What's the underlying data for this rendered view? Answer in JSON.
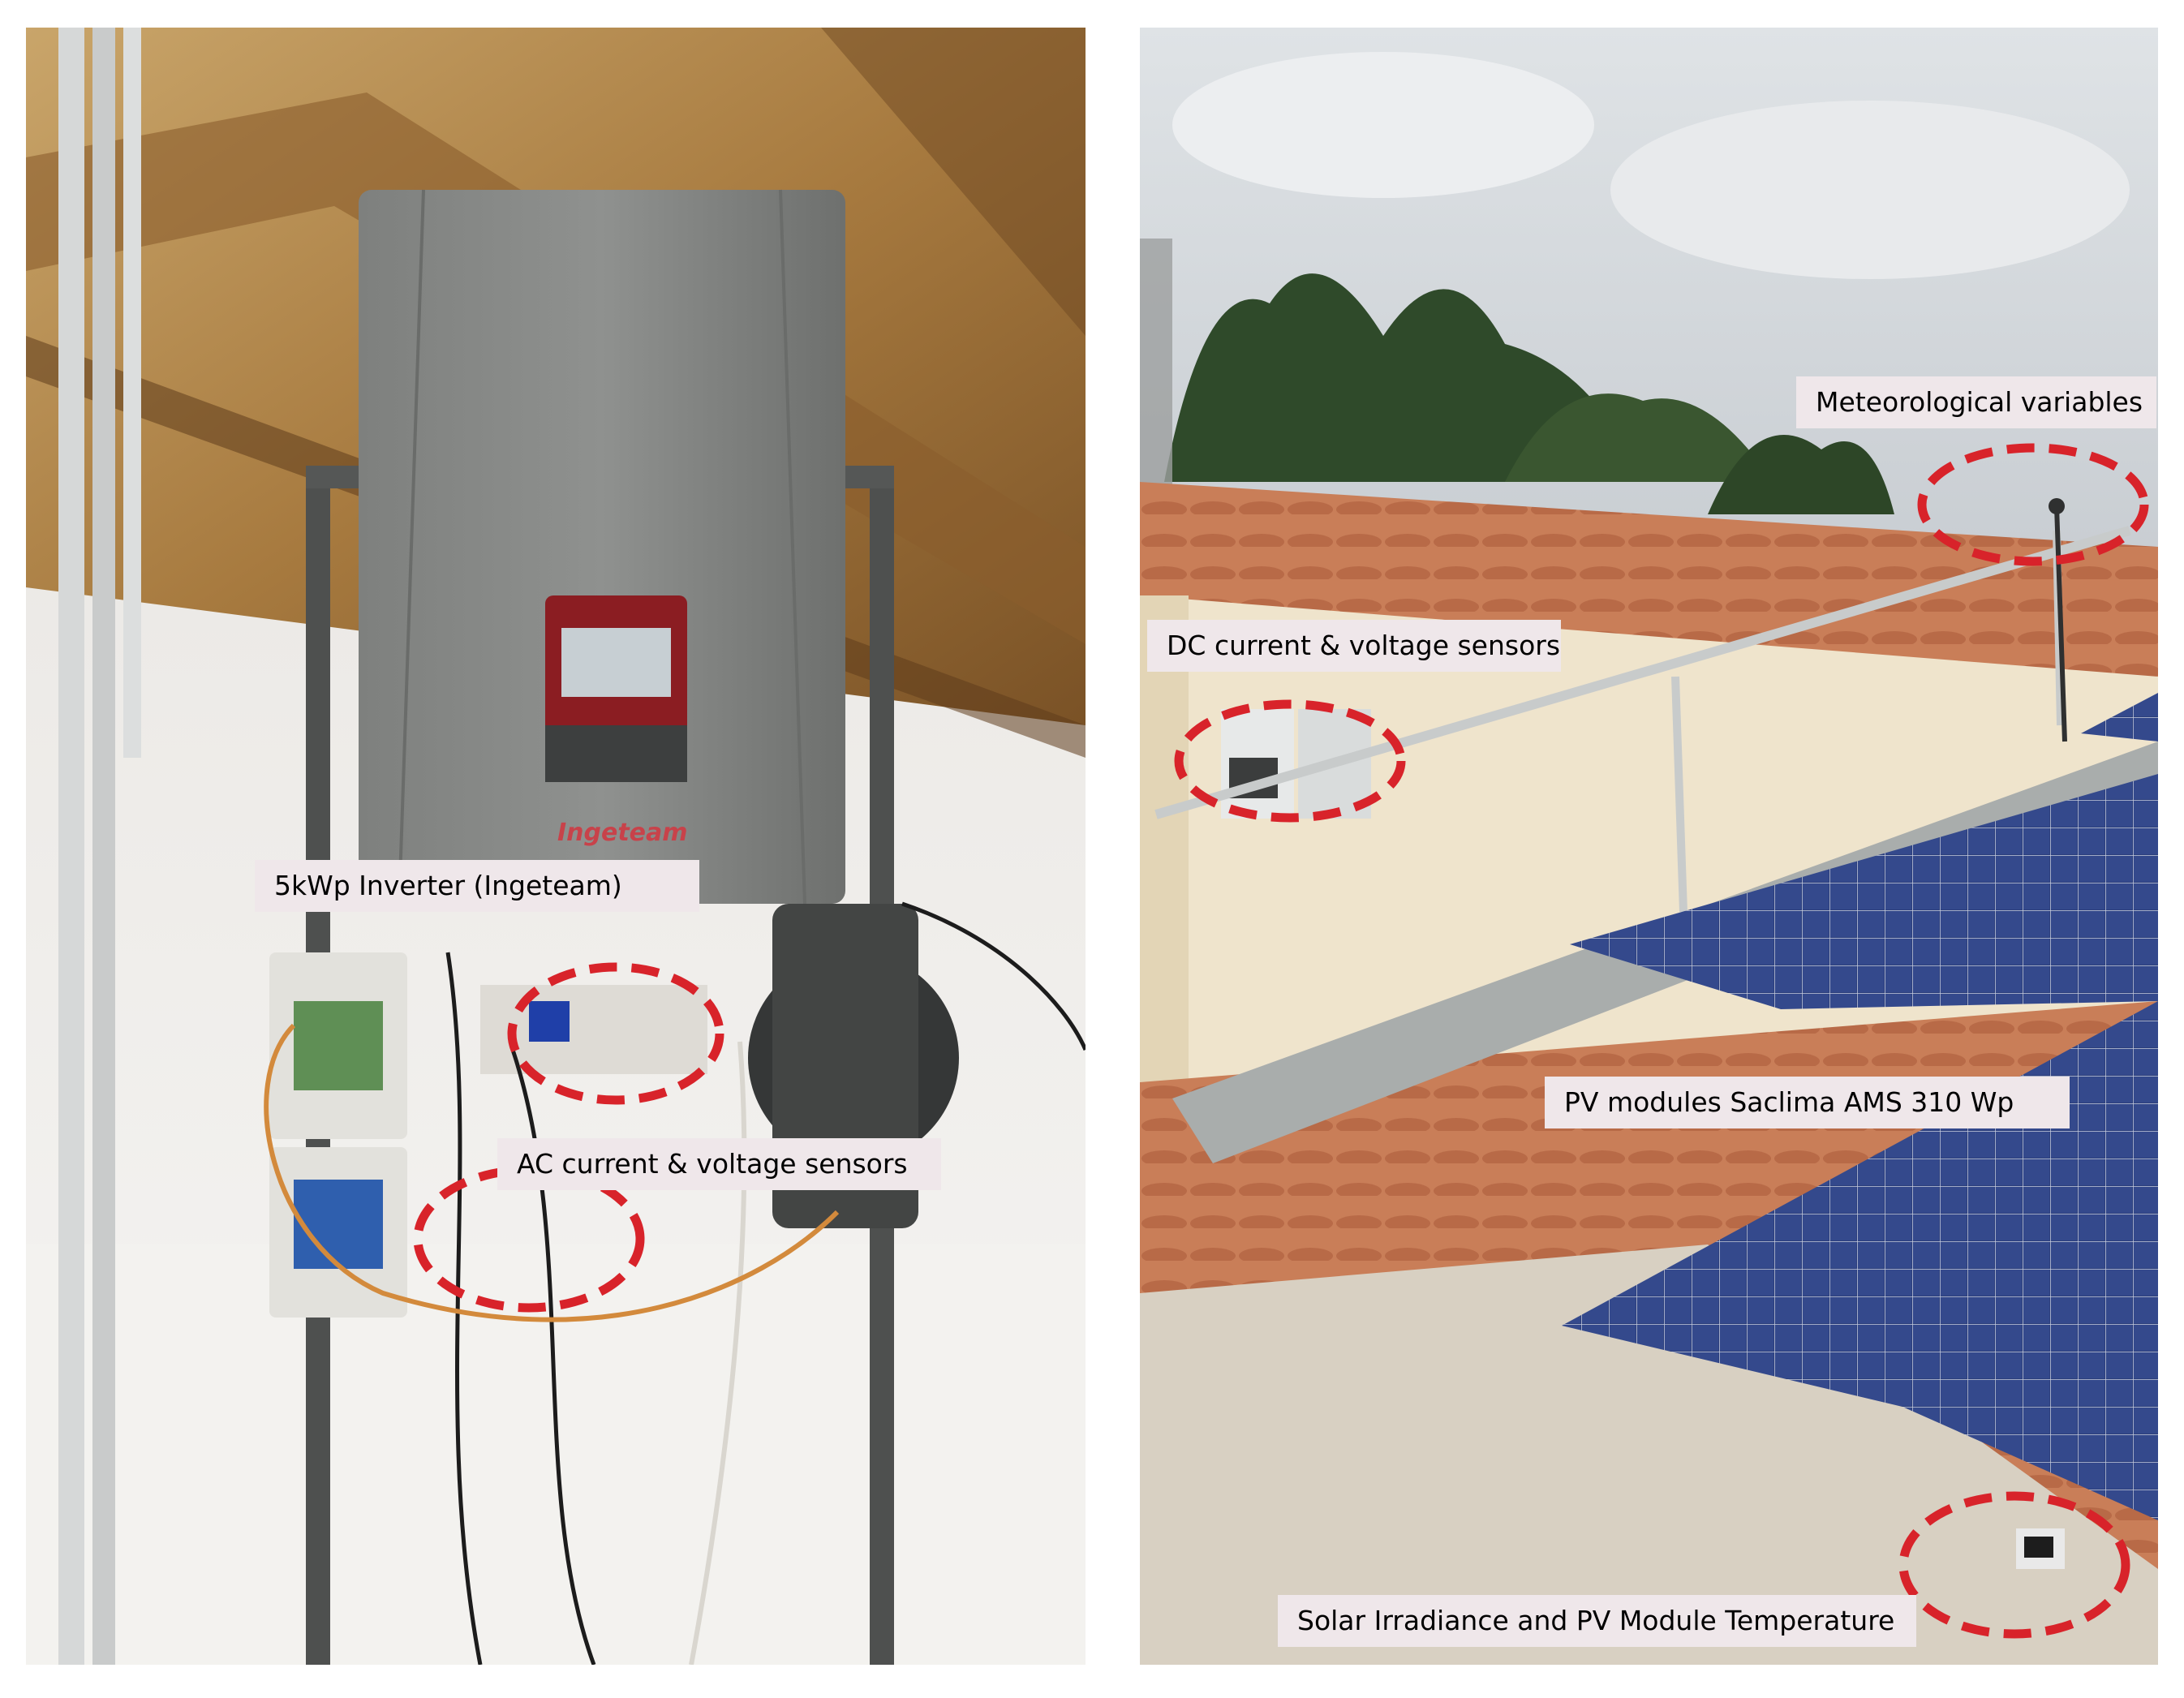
{
  "left_panel": {
    "labels": {
      "inverter": "5kWp Inverter (Ingeteam)",
      "ac_sensors": "AC current & voltage sensors"
    },
    "logo_text": "Ingeteam"
  },
  "right_panel": {
    "labels": {
      "meteo": "Meteorological variables",
      "dc_sensors": "DC current & voltage sensors",
      "pv_modules": "PV modules Saclima AMS 310 Wp",
      "irradiance": "Solar Irradiance and PV Module Temperature"
    }
  },
  "colors": {
    "highlight_ring": "#d8232a",
    "label_background": "#efe7ea"
  }
}
